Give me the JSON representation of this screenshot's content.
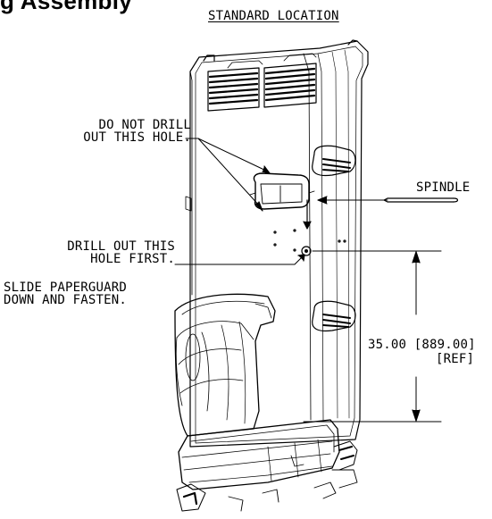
{
  "heading": {
    "title": "g Assembly"
  },
  "labels": {
    "location": "STANDARD LOCATION",
    "do_not_drill_line1": "DO NOT DRILL",
    "do_not_drill_line2": "OUT THIS HOLE.",
    "spindle": "SPINDLE",
    "drill_out_line1": "DRILL OUT THIS",
    "drill_out_line2": "HOLE FIRST.",
    "slide_line1": "SLIDE PAPERGUARD",
    "slide_line2": "DOWN AND FASTEN.",
    "dimension": "35.00 [889.00]",
    "dimension_ref": "[REF]"
  },
  "colors": {
    "ink": "#000000",
    "background": "#ffffff"
  }
}
